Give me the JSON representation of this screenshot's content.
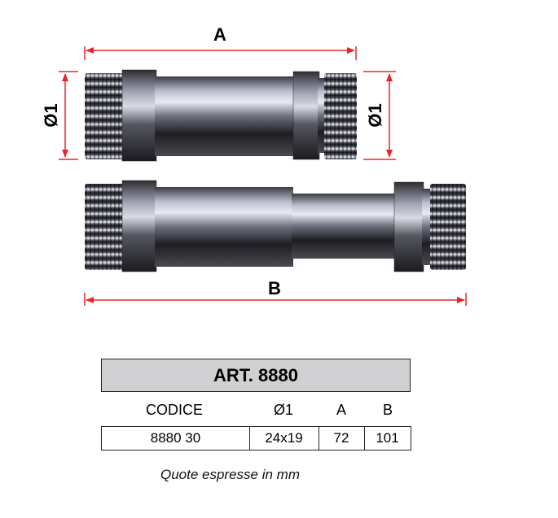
{
  "drawing": {
    "dim_a": "A",
    "dim_b": "B",
    "dim_d_left": "Ø1",
    "dim_d_right": "Ø1",
    "arrow_color": "#e8262a"
  },
  "table": {
    "title": "ART. 8880",
    "headers": [
      "CODICE",
      "Ø1",
      "A",
      "B"
    ],
    "row": [
      "8880 30",
      "24x19",
      "72",
      "101"
    ]
  },
  "note": "Quote espresse in mm"
}
